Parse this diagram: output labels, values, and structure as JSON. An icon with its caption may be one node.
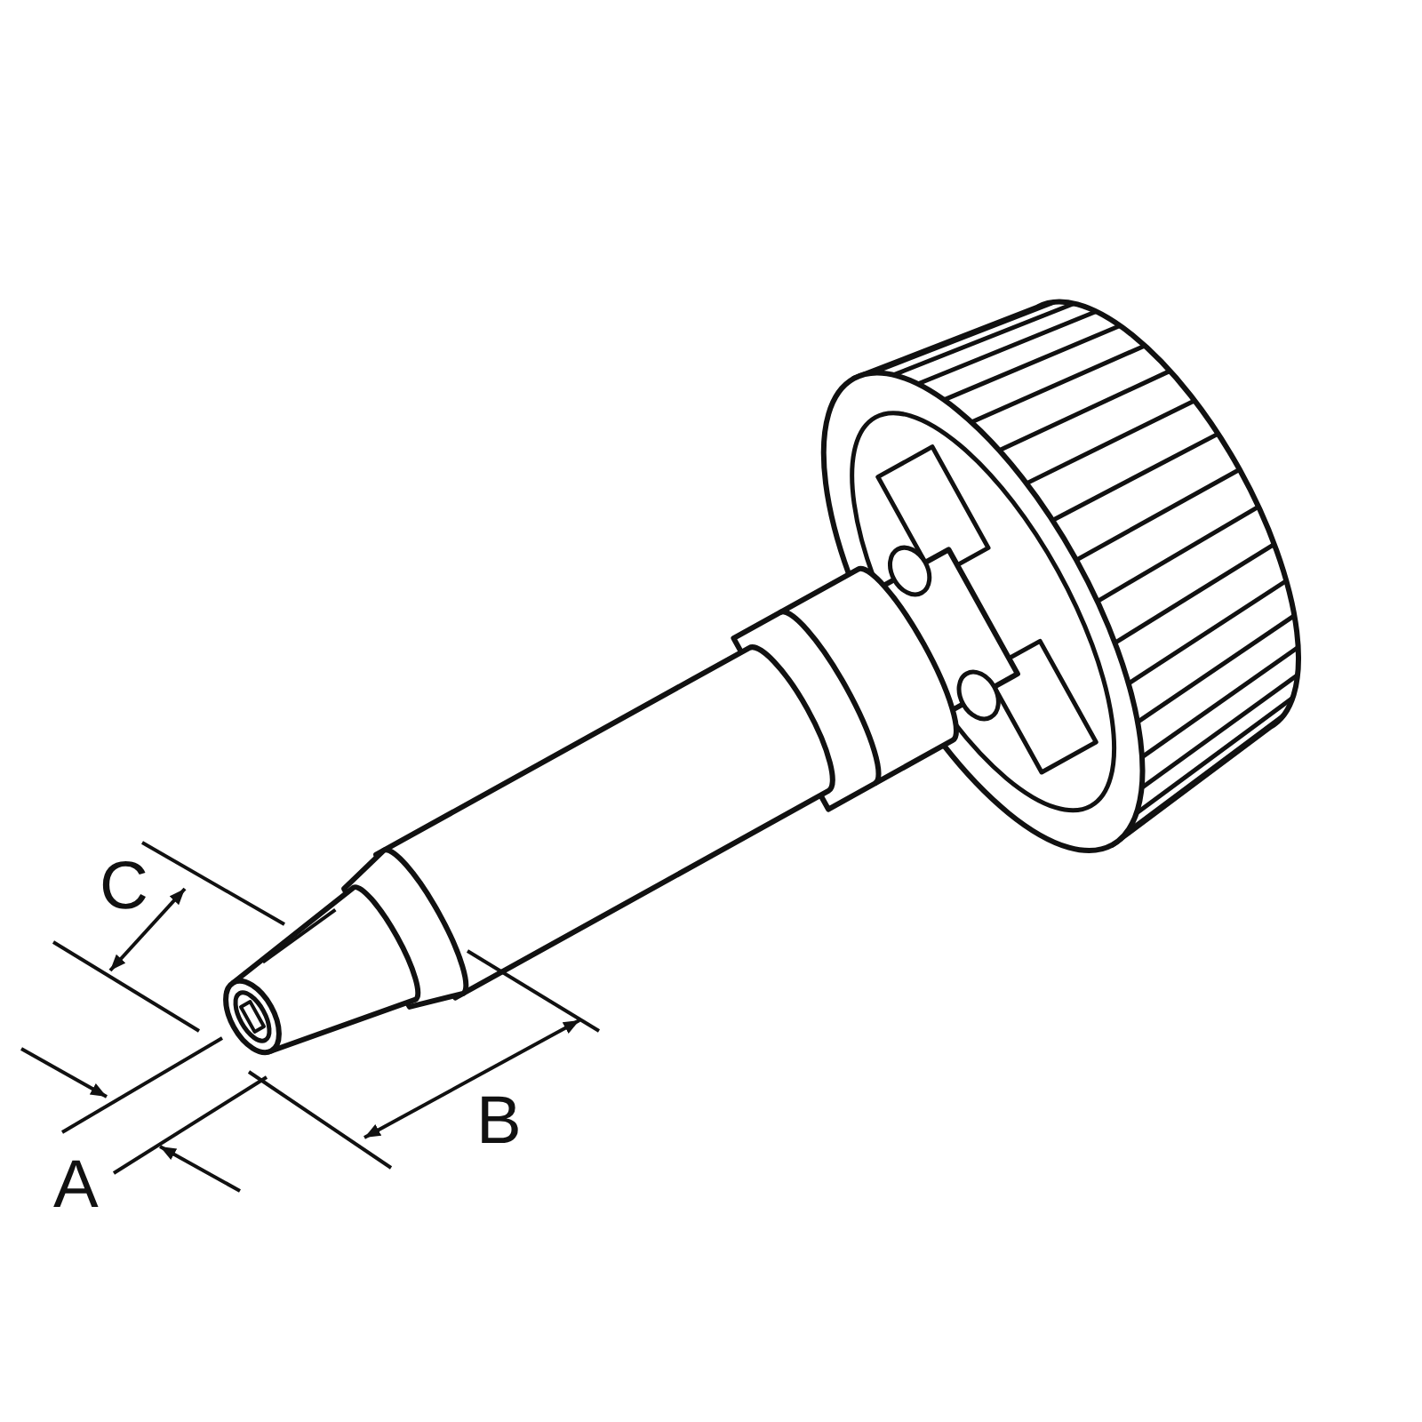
{
  "diagram": {
    "labels": [
      "C",
      "B",
      "A"
    ]
  }
}
